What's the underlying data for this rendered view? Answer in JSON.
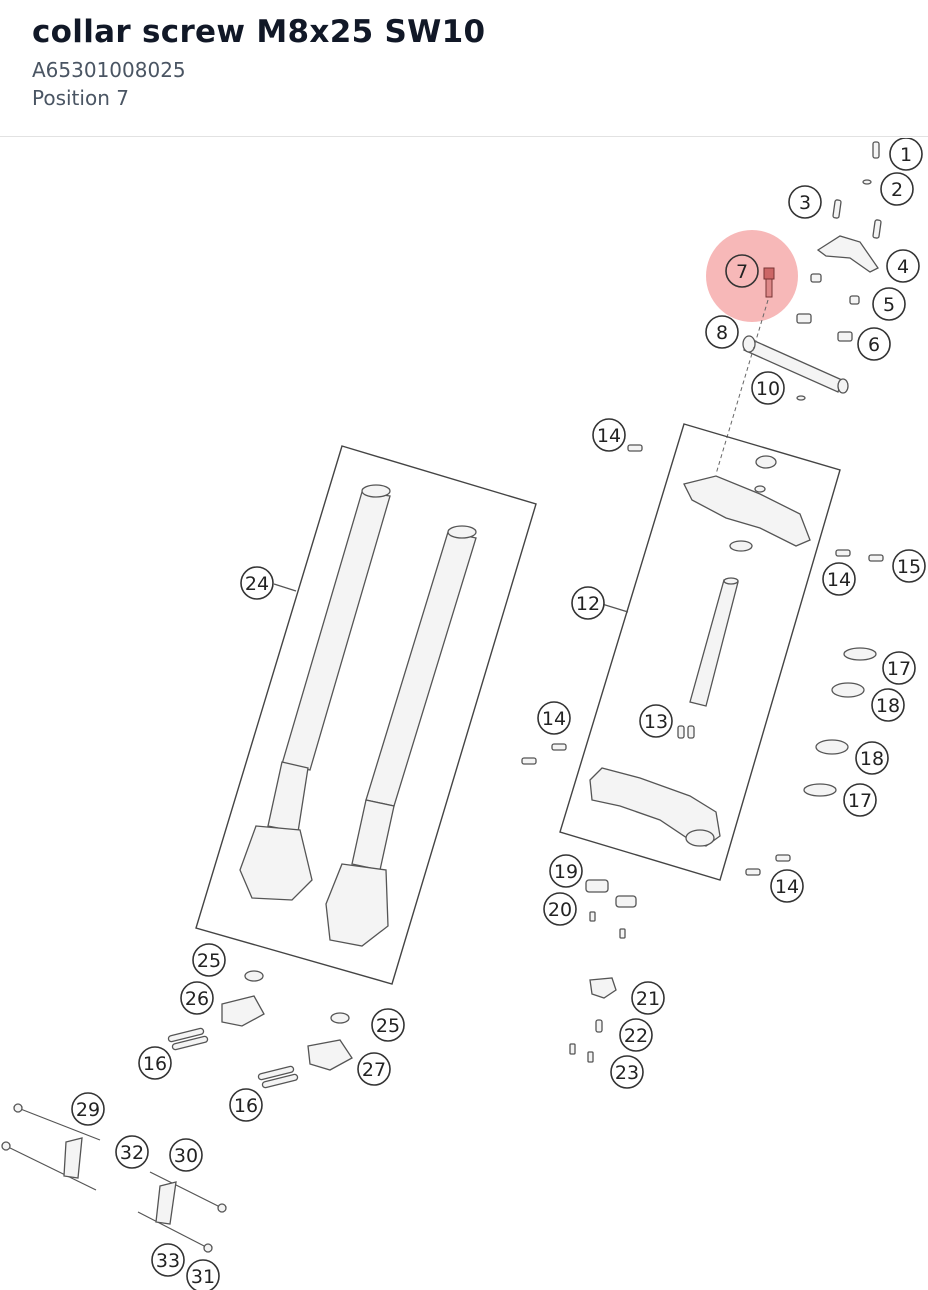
{
  "header": {
    "title": "collar screw M8x25 SW10",
    "part_number": "A65301008025",
    "position_label": "Position 7"
  },
  "diagram": {
    "highlight_color": "#f4a0a0",
    "callouts": [
      {
        "label": "1"
      },
      {
        "label": "2"
      },
      {
        "label": "3"
      },
      {
        "label": "4"
      },
      {
        "label": "5"
      },
      {
        "label": "6"
      },
      {
        "label": "7",
        "highlighted": true
      },
      {
        "label": "8"
      },
      {
        "label": "10"
      },
      {
        "label": "14"
      },
      {
        "label": "14"
      },
      {
        "label": "15"
      },
      {
        "label": "12"
      },
      {
        "label": "24"
      },
      {
        "label": "17"
      },
      {
        "label": "18"
      },
      {
        "label": "14"
      },
      {
        "label": "13"
      },
      {
        "label": "18"
      },
      {
        "label": "17"
      },
      {
        "label": "14"
      },
      {
        "label": "19"
      },
      {
        "label": "20"
      },
      {
        "label": "25"
      },
      {
        "label": "26"
      },
      {
        "label": "25"
      },
      {
        "label": "21"
      },
      {
        "label": "22"
      },
      {
        "label": "16"
      },
      {
        "label": "27"
      },
      {
        "label": "23"
      },
      {
        "label": "16"
      },
      {
        "label": "29"
      },
      {
        "label": "32"
      },
      {
        "label": "30"
      },
      {
        "label": "33"
      },
      {
        "label": "31"
      }
    ]
  }
}
